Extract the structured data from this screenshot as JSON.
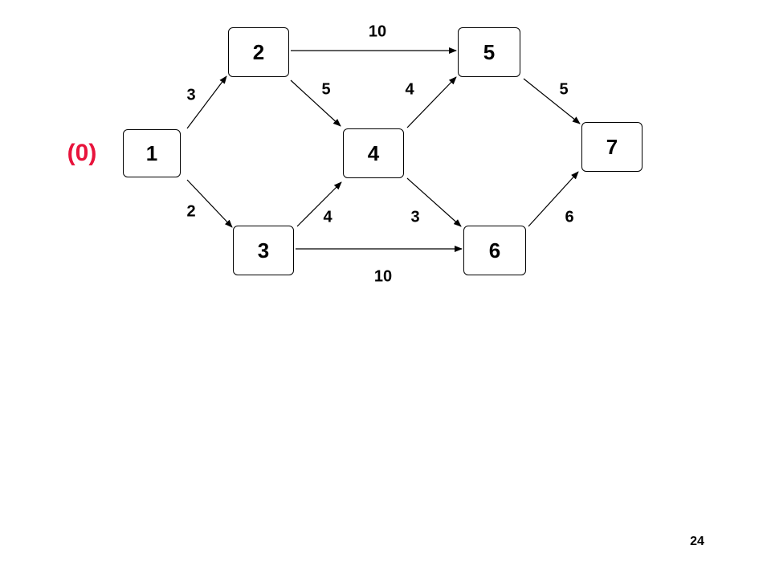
{
  "colors": {
    "annotation": "#e8143c",
    "edge": "#000000",
    "node_border": "#000000"
  },
  "nodes": [
    {
      "id": "1",
      "label": "1",
      "annotation": "(0)"
    },
    {
      "id": "2",
      "label": "2"
    },
    {
      "id": "3",
      "label": "3"
    },
    {
      "id": "4",
      "label": "4"
    },
    {
      "id": "5",
      "label": "5"
    },
    {
      "id": "6",
      "label": "6"
    },
    {
      "id": "7",
      "label": "7"
    }
  ],
  "edges": [
    {
      "from": "1",
      "to": "2",
      "weight": "3"
    },
    {
      "from": "1",
      "to": "3",
      "weight": "2"
    },
    {
      "from": "2",
      "to": "5",
      "weight": "10"
    },
    {
      "from": "2",
      "to": "4",
      "weight": "5"
    },
    {
      "from": "3",
      "to": "4",
      "weight": "4"
    },
    {
      "from": "3",
      "to": "6",
      "weight": "10"
    },
    {
      "from": "4",
      "to": "5",
      "weight": "4"
    },
    {
      "from": "4",
      "to": "6",
      "weight": "3"
    },
    {
      "from": "5",
      "to": "7",
      "weight": "5"
    },
    {
      "from": "6",
      "to": "7",
      "weight": "6"
    }
  ],
  "page_number": "24"
}
